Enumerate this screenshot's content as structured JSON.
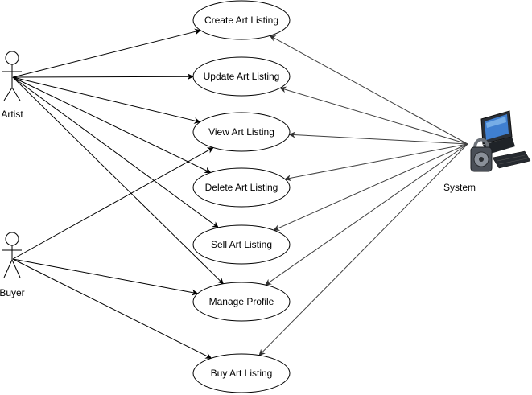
{
  "actors": {
    "artist": {
      "label": "Artist"
    },
    "buyer": {
      "label": "Buyer"
    },
    "system": {
      "label": "System",
      "icon": "locked-computer-icon"
    }
  },
  "use_cases": [
    {
      "id": "create",
      "label": "Create Art Listing"
    },
    {
      "id": "update",
      "label": "Update Art Listing"
    },
    {
      "id": "view",
      "label": "View Art Listing"
    },
    {
      "id": "delete",
      "label": "Delete Art Listing"
    },
    {
      "id": "sell",
      "label": "Sell Art Listing"
    },
    {
      "id": "profile",
      "label": "Manage Profile"
    },
    {
      "id": "buy",
      "label": "Buy Art Listing"
    }
  ],
  "associations": {
    "artist": [
      "create",
      "update",
      "view",
      "delete",
      "sell",
      "profile"
    ],
    "buyer": [
      "view",
      "profile",
      "buy"
    ],
    "system": [
      "create",
      "update",
      "view",
      "delete",
      "sell",
      "profile",
      "buy"
    ]
  },
  "colors": {
    "line": "#000000",
    "system_line": "#404040",
    "ellipse_fill": "#ffffff"
  }
}
